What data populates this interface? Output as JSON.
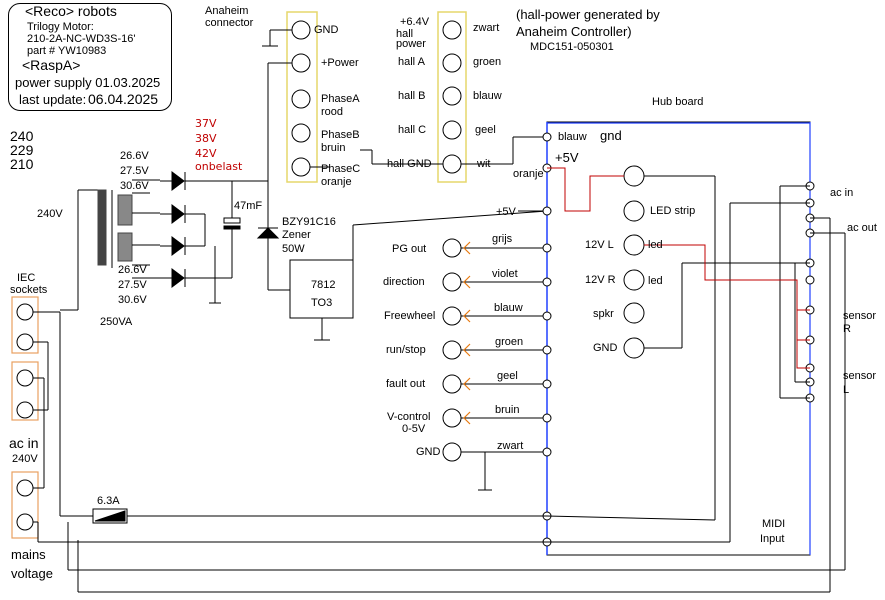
{
  "title_box": {
    "brand": "<Reco> robots",
    "motor_label": "Trilogy Motor:",
    "motor_model": "210-2A-NC-WD3S-16'",
    "part": "part # YW10983",
    "raspa": "<RaspA>",
    "power_supply": "power supply 01.03.2025",
    "last_update_label": "last update:",
    "last_update_date": "06.04.2025"
  },
  "voltages_left": [
    "240",
    "229",
    "210"
  ],
  "transformer": {
    "primary": "240V",
    "secondary_top": [
      "26.6V",
      "27.5V",
      "30.6V"
    ],
    "secondary_bottom": [
      "26.6V",
      "27.5V",
      "30.6V"
    ],
    "rating": "250VA"
  },
  "rectifier_output": [
    "37V",
    "38V",
    "42V",
    "onbelast"
  ],
  "capacitor": "47mF",
  "zener": [
    "BZY91C16",
    "Zener",
    "50W"
  ],
  "regulator": [
    "7812",
    "TO3"
  ],
  "anaheim": {
    "connector_label": [
      "Anaheim",
      "connector"
    ],
    "pins": [
      "GND",
      "+Power",
      "PhaseA",
      "rood",
      "PhaseB",
      "bruin",
      "PhaseC",
      "oranje"
    ]
  },
  "hall": {
    "pins_left": [
      "+6.4V",
      "hall",
      "power",
      "hall A",
      "hall B",
      "hall C",
      "hall GND"
    ],
    "colors": [
      "zwart",
      "groen",
      "blauw",
      "geel",
      "wit"
    ],
    "note": [
      "(hall-power generated by",
      "Anaheim Controller)"
    ],
    "controller_model": "MDC151-050301"
  },
  "hub_board": {
    "title": "Hub board",
    "gnd_wire": "blauw",
    "gnd_label": "gnd",
    "v5_label": "+5V",
    "v5_wire": "oranje",
    "v5_left": "+5V",
    "signals": [
      {
        "name": "PG out",
        "wire": "grijs"
      },
      {
        "name": "direction",
        "wire": "violet"
      },
      {
        "name": "Freewheel",
        "wire": "blauw"
      },
      {
        "name": "run/stop",
        "wire": "groen"
      },
      {
        "name": "fault out",
        "wire": "geel"
      },
      {
        "name": "V-control",
        "sub": "0-5V",
        "wire": "bruin"
      },
      {
        "name": "GND",
        "wire": "zwart"
      }
    ],
    "right_items": [
      "LED strip",
      "12V L",
      "led",
      "12V R",
      "led",
      "spkr",
      "GND"
    ],
    "midi": [
      "MIDI",
      "Input"
    ]
  },
  "right_labels": {
    "ac_in": "ac in",
    "ac_out": "ac out",
    "sensor_r": [
      "sensor",
      "R"
    ],
    "sensor_l": [
      "sensor",
      "L"
    ]
  },
  "iec": {
    "label": [
      "IEC",
      "sockets"
    ],
    "ac_in": "ac in",
    "ac_in_voltage": "240V",
    "fuse": "6.3A",
    "mains": [
      "mains",
      "voltage"
    ]
  }
}
